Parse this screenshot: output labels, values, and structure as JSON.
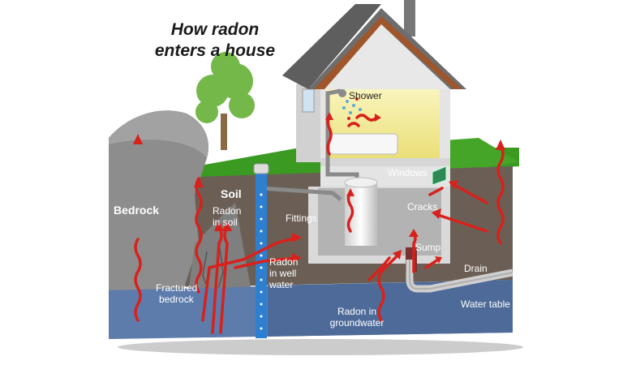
{
  "title": {
    "line1": "How radon",
    "line2": "enters a house"
  },
  "labels": {
    "bedrock": "Bedrock",
    "soil": "Soil",
    "radon_in_soil_1": "Radon",
    "radon_in_soil_2": "in soil",
    "fractured_1": "Fractured",
    "fractured_2": "bedrock",
    "radon_well_1": "Radon",
    "radon_well_2": "in well",
    "radon_well_3": "water",
    "fittings": "Fittings",
    "shower": "Shower",
    "windows": "Windows",
    "cracks": "Cracks",
    "sump": "Sump",
    "drain": "Drain",
    "water_table": "Water table",
    "groundwater_1": "Radon in",
    "groundwater_2": "groundwater"
  },
  "colors": {
    "arrow": "#d8211c",
    "grass": "#3a9a22",
    "soil": "#6b5f55",
    "water": "#5d7cab",
    "bedrock": "#8d8d8d",
    "house_wall": "#e4e4e4",
    "roof": "#6d6d6d",
    "interior": "#f3ee9a",
    "well_pipe": "#2f7fd1"
  }
}
